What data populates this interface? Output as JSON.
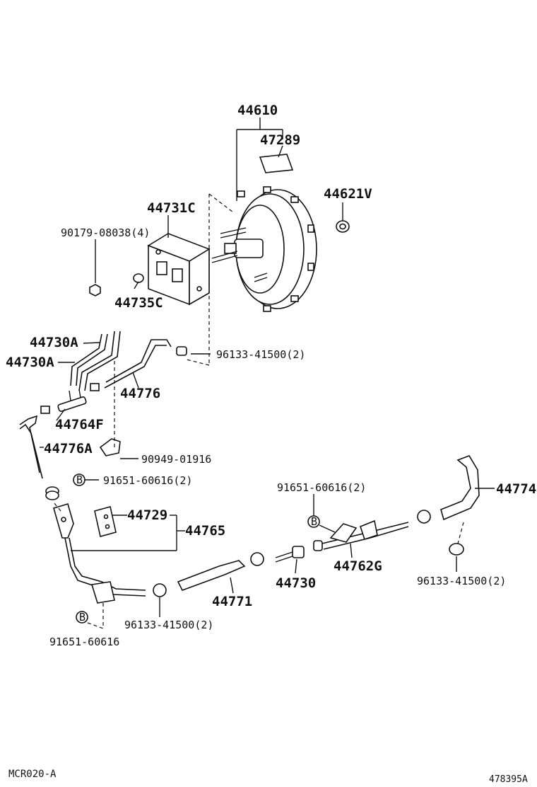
{
  "diagram": {
    "part_labels": {
      "p44610": "44610",
      "p47289": "47289",
      "p44621V": "44621V",
      "p44731C": "44731C",
      "p90179": "90179-08038(4)",
      "p44735C": "44735C",
      "p44730A_1": "44730A",
      "p44730A_2": "44730A",
      "p96133_top": "96133-41500(2)",
      "p44776": "44776",
      "p44764F": "44764F",
      "p44776A": "44776A",
      "p90949": "90949-01916",
      "p91651_left": "91651-60616(2)",
      "p91651_mid": "91651-60616(2)",
      "p44774": "44774",
      "p44729": "44729",
      "p44765": "44765",
      "p44762G": "44762G",
      "p44730": "44730",
      "p96133_right": "96133-41500(2)",
      "p44771": "44771",
      "p96133_bottom": "96133-41500(2)",
      "p91651_bottom": "91651-60616"
    },
    "bolt_symbol": "B",
    "footer_left": "MCR020-A",
    "footer_right": "478395A"
  }
}
